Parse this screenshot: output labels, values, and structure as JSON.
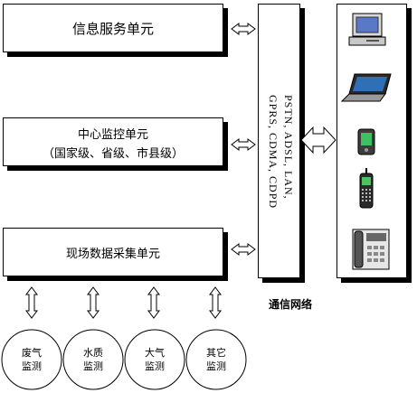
{
  "units": {
    "info_service": {
      "label": "信息服务单元"
    },
    "center_monitor": {
      "line1": "中心监控单元",
      "line2": "（国家级、省级、市县级）"
    },
    "field_data": {
      "label": "现场数据采集单元"
    }
  },
  "network": {
    "protocol_lines": [
      "PSTN, ADSL, LAN,",
      "GPRS, CDMA, CDPD"
    ],
    "caption": "通信网络"
  },
  "devices": [
    "desktop-computer-icon",
    "laptop-icon",
    "pda-icon",
    "mobile-phone-icon",
    "telephone-icon"
  ],
  "monitors": [
    {
      "line1": "废气",
      "line2": "监测"
    },
    {
      "line1": "水质",
      "line2": "监测"
    },
    {
      "line1": "大气",
      "line2": "监测"
    },
    {
      "line1": "其它",
      "line2": "监测"
    }
  ]
}
